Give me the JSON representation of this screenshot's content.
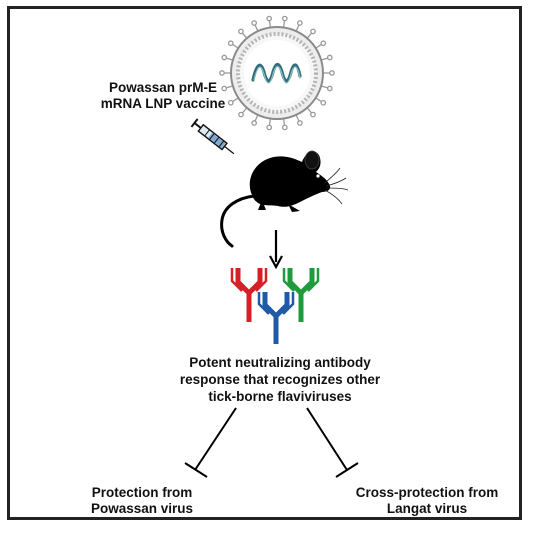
{
  "vaccine_label": {
    "line1": "Powassan prM-E",
    "line2": "mRNA LNP vaccine"
  },
  "response_text": {
    "line1": "Potent neutralizing antibody",
    "line2": "response that recognizes other",
    "line3": "tick-borne flaviviruses"
  },
  "outcomes": {
    "left": {
      "line1": "Protection from",
      "line2": "Powassan virus"
    },
    "right": {
      "line1": "Cross-protection from",
      "line2": "Langat virus"
    }
  },
  "colors": {
    "antibody_red": "#d62027",
    "antibody_blue": "#1f5aa6",
    "antibody_green": "#1f9a3c",
    "mrna_teal": "#5f9aa3",
    "virus_gray": "#b9b9b9",
    "ink": "#111111"
  }
}
